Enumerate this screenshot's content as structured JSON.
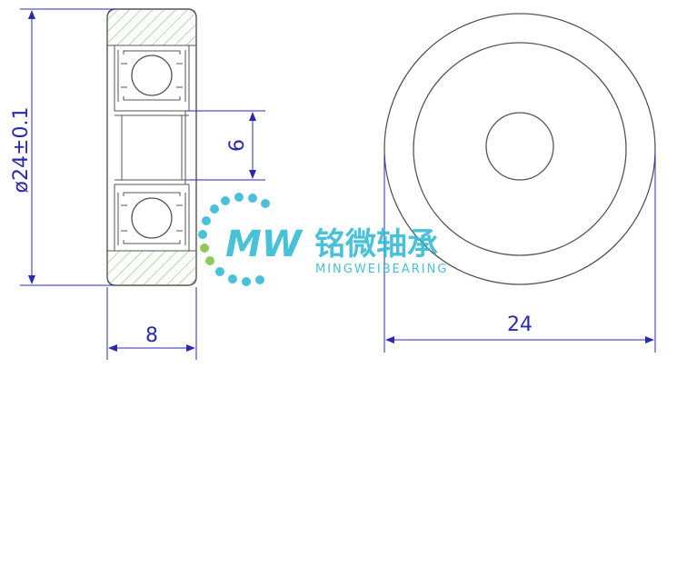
{
  "dimensions": {
    "outer_diameter": "ø24±0.1",
    "bore": "6",
    "width": "8",
    "face_diameter": "24"
  },
  "logo": {
    "mark_text": "MW",
    "name_cn": "铭微轴承",
    "name_en": "MINGWEIBEARING"
  },
  "colors": {
    "dimension_line": "#2a2ab0",
    "hatch": "#7ccc6a",
    "logo_cyan": "#29b7d3",
    "logo_green": "#7fbf3e",
    "outline": "#555555"
  }
}
